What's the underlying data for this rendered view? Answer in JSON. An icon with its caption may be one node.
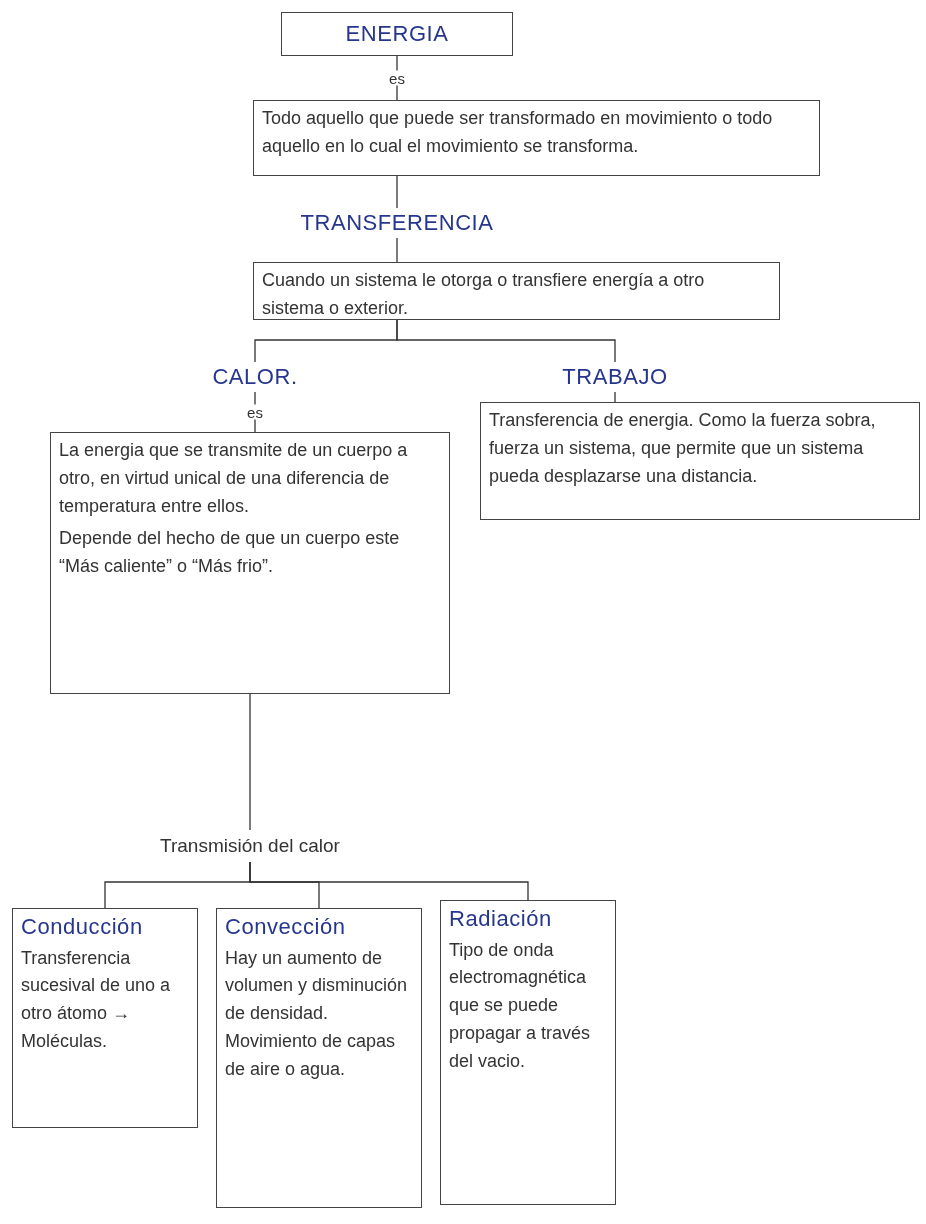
{
  "diagram": {
    "nodes": [
      {
        "text": [
          "ENERGIA"
        ]
      },
      {
        "text": [
          "Todo aquello que puede ser transformado en movimiento o todo aquello en lo cual el movimiento se transforma."
        ]
      },
      {
        "text": [
          "TRANSFERENCIA"
        ]
      },
      {
        "text": [
          "Cuando un sistema le otorga o transfiere energía a otro sistema o exterior."
        ]
      },
      {
        "text": [
          "CALOR."
        ]
      },
      {
        "text": [
          "TRABAJO"
        ]
      },
      {
        "text": [
          "La energia que se transmite de un cuerpo a otro, en virtud unical de una diferencia de temperatura entre ellos.",
          "Depende del hecho de que un cuerpo este “Más caliente” o “Más frio”."
        ]
      },
      {
        "text": [
          "Transferencia de energia. Como la fuerza sobra, fuerza un sistema, que permite que un sistema pueda desplazarse una distancia."
        ]
      },
      {
        "text": [
          "Transmisión del calor"
        ]
      },
      {
        "text": [
          "Conducción",
          "Transferencia sucesival de uno a otro átomo → Moléculas."
        ]
      },
      {
        "text": [
          "Convección",
          "Hay un aumento de volumen y disminución de densidad. Movimiento de capas de aire o agua."
        ]
      },
      {
        "text": [
          "Radiación",
          "Tipo de onda electromagnética que se puede propagar a través del vacio."
        ]
      }
    ],
    "edges": [
      {
        "from": 0,
        "to": 1,
        "arrow": "none",
        "label": "es"
      },
      {
        "from": 1,
        "to": 2,
        "arrow": "none"
      },
      {
        "from": 2,
        "to": 3,
        "arrow": "none"
      },
      {
        "from": 3,
        "to": 4,
        "arrow": "none"
      },
      {
        "from": 3,
        "to": 5,
        "arrow": "none"
      },
      {
        "from": 4,
        "to": 6,
        "arrow": "none",
        "label": "es"
      },
      {
        "from": 5,
        "to": 7,
        "arrow": "none"
      },
      {
        "from": 6,
        "to": 8,
        "arrow": "none"
      },
      {
        "from": 8,
        "to": 9,
        "arrow": "none"
      },
      {
        "from": 8,
        "to": 10,
        "arrow": "none"
      },
      {
        "from": 8,
        "to": 11,
        "arrow": "none"
      }
    ]
  }
}
